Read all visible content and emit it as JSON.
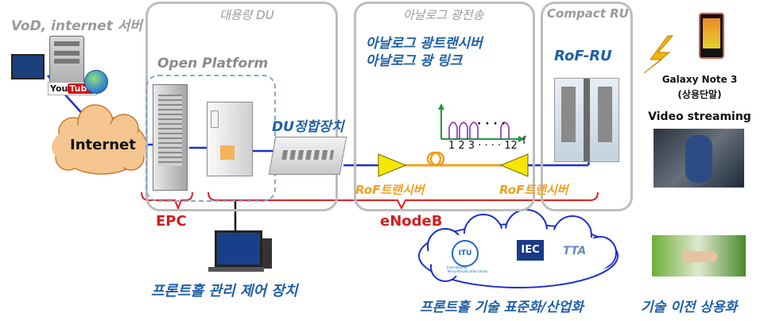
{
  "title_server": "VoD, internet 서버",
  "internet_label": "Internet",
  "panel_du": {
    "title": "대용량 DU"
  },
  "panel_analog": {
    "title": "아날로그 광전송"
  },
  "panel_ru": {
    "title": "Compact RU"
  },
  "open_platform": "Open Platform",
  "du_device": "DU정합장치",
  "analog_lines": [
    "아날로그 광트랜시버",
    "아날로그 광 링크"
  ],
  "rof_ru": "RoF-RU",
  "spectrum": {
    "ticks": "1 2 3 · · · · 12",
    "dots": "· · · ·",
    "axis": "f"
  },
  "transceivers": [
    "RoF트랜시버",
    "RoF트랜시버"
  ],
  "epc": "EPC",
  "enodeb": "eNodeB",
  "pc_label": "프론트홀 관리 제어 장치",
  "standards_caption": "프론트홀 기술 표준화/산업화",
  "standards": {
    "itu": "ITU",
    "itu_sub": "International Telecommunication Union",
    "iec": "IEC",
    "tta": "TTA"
  },
  "phone_label": [
    "Galaxy Note 3",
    "(상용단말)"
  ],
  "video_label": "Video streaming",
  "transfer_label": "기술 이전 상용화",
  "youtube": {
    "you": "You",
    "tube": "Tube"
  }
}
